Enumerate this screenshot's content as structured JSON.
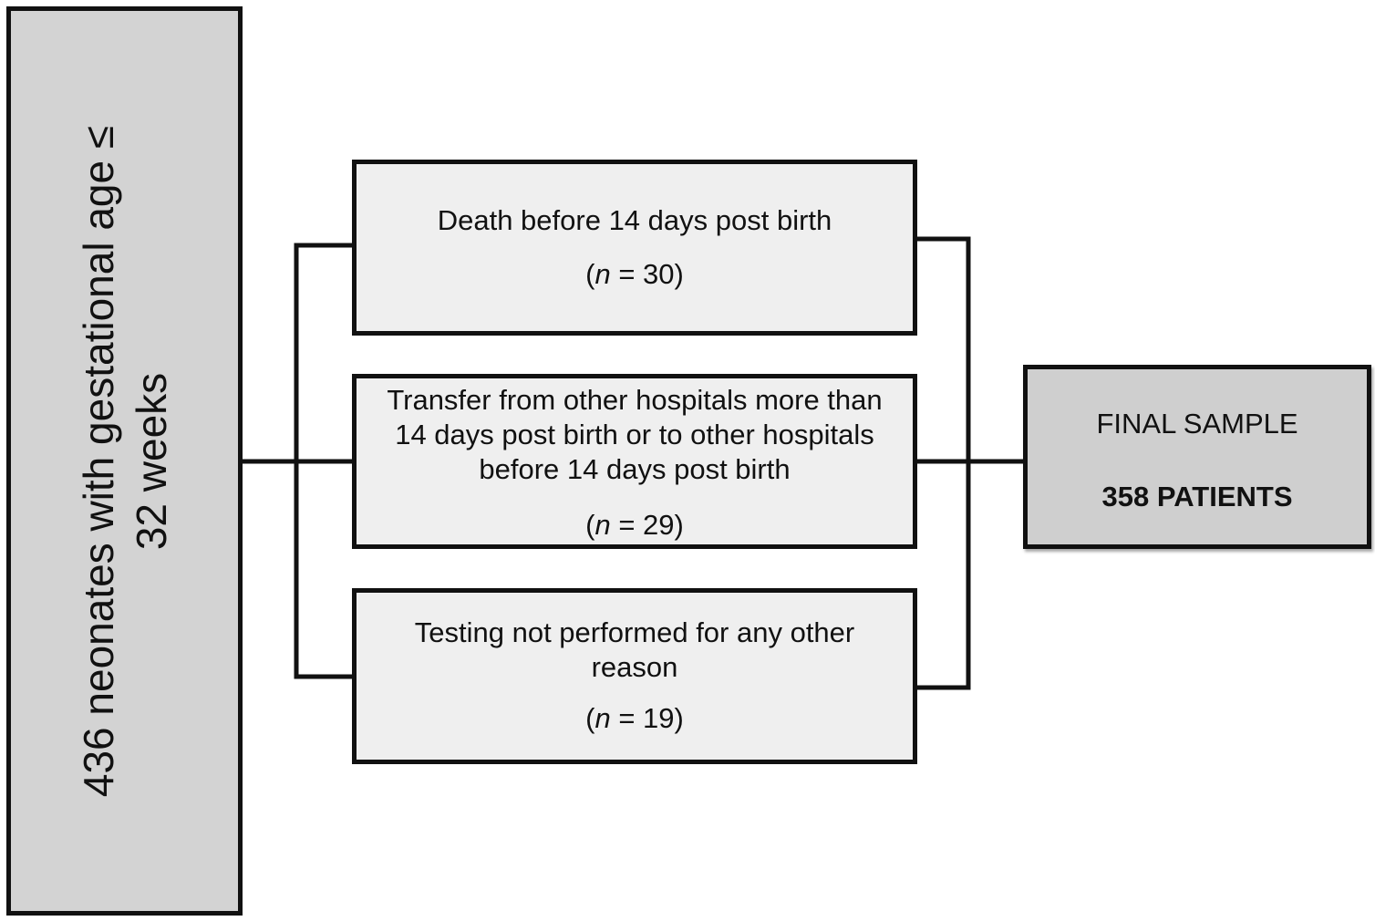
{
  "source": {
    "label": "436 neonates with gestational age ≤ 32 weeks"
  },
  "exclusions": [
    {
      "label": "Death before 14 days post birth",
      "count_prefix": "(",
      "n_symbol": "n",
      "count_value": " = 30)"
    },
    {
      "label": "Transfer from other hospitals more than 14 days post birth or to other hospitals before 14 days post birth",
      "count_prefix": "(",
      "n_symbol": "n",
      "count_value": " = 29)"
    },
    {
      "label": "Testing not performed for any other reason",
      "count_prefix": "(",
      "n_symbol": "n",
      "count_value": " = 19)"
    }
  ],
  "final": {
    "label": "FINAL SAMPLE",
    "count": "358 PATIENTS"
  },
  "colors": {
    "stroke": "#111111",
    "source_fill": "#d3d3d3",
    "exclusion_fill": "#efefef",
    "final_fill": "#cfcfcf"
  }
}
